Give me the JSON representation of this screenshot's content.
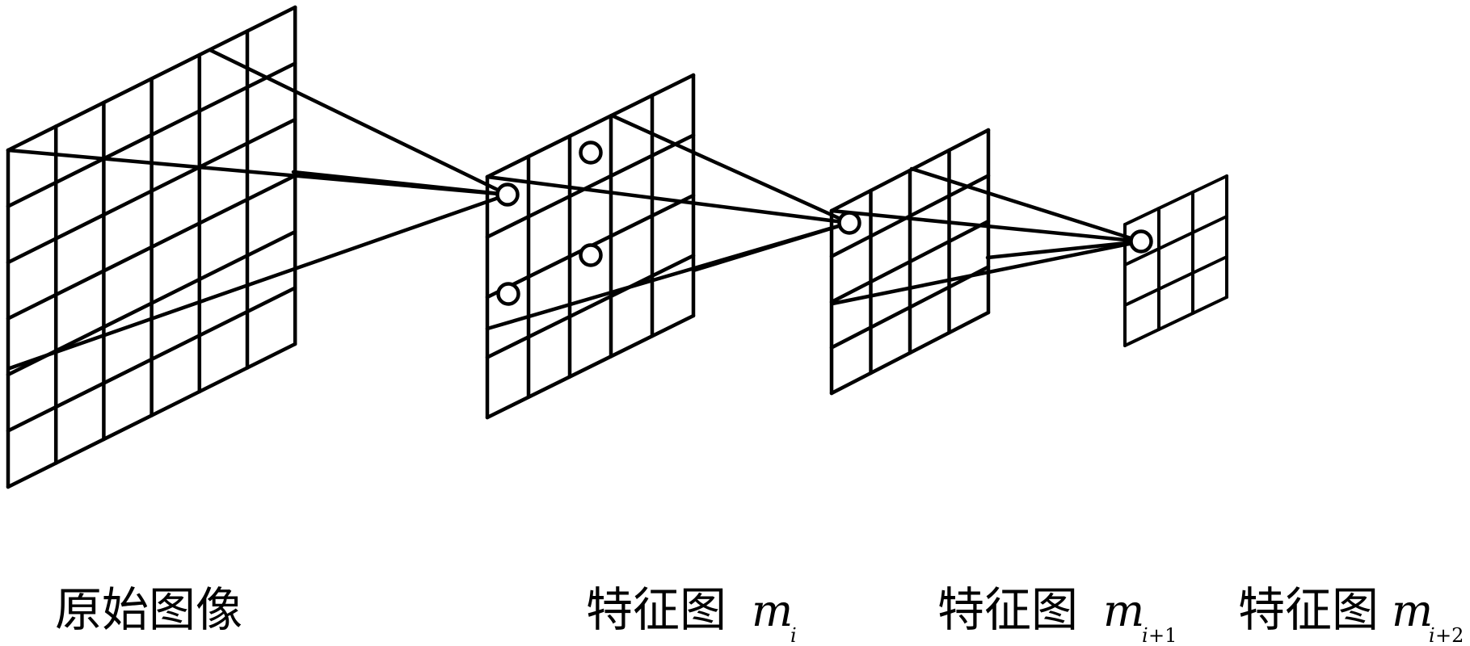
{
  "diagram": {
    "stroke_color": "#000000",
    "labels": {
      "original": "原始图像",
      "fm1": {
        "text": "特征图",
        "var": "m",
        "sub_var": "i",
        "sub_rest": ""
      },
      "fm2": {
        "text": "特征图",
        "var": "m",
        "sub_var": "i",
        "sub_rest": "+1"
      },
      "fm3": {
        "text": "特征图",
        "var": "m",
        "sub_var": "i",
        "sub_rest": "+2"
      }
    }
  }
}
